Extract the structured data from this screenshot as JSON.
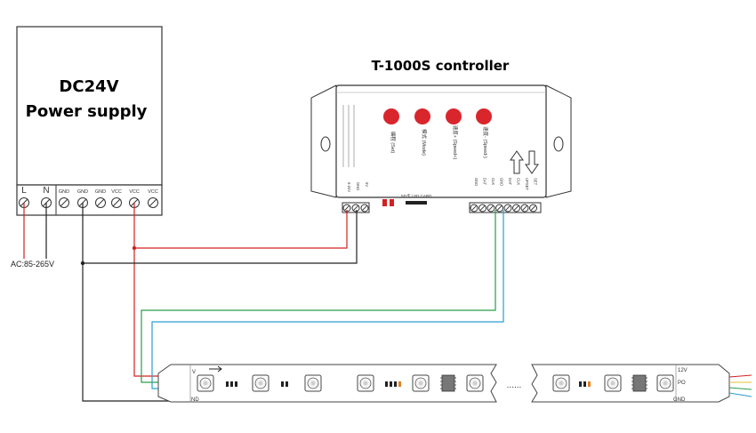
{
  "power_supply": {
    "title_line1": "DC24V",
    "title_line2": "Power supply",
    "terminal_labels": [
      "L",
      "N",
      "GND",
      "GND",
      "GND",
      "VCC",
      "VCC",
      "VCC"
    ],
    "ac_label": "AC:85-265V"
  },
  "controller": {
    "title": "T-1000S controller",
    "sd_label": "SD卡 / SD CARD",
    "button_labels": [
      "编程 (Set)",
      "模式 (Mode)",
      "速度+ (Speed+)",
      "速度- (Speed-)"
    ],
    "button_color": "#d9262c",
    "left_terminal_labels": [
      "5-24V",
      "GND",
      "5V"
    ],
    "right_terminal_labels": [
      "GND",
      "DAT",
      "CLK",
      "GND",
      "DAT",
      "CLK",
      "UPSET",
      "SET"
    ]
  },
  "strip": {
    "left_labels": [
      "V",
      "ND"
    ],
    "right_labels": [
      "12V",
      "PO",
      "GND"
    ],
    "gap_marker": "......"
  },
  "wire_colors": {
    "red": "#d42020",
    "black": "#222222",
    "green": "#2a9d4a",
    "blue": "#2a9fd0",
    "yellow": "#e0c030"
  }
}
